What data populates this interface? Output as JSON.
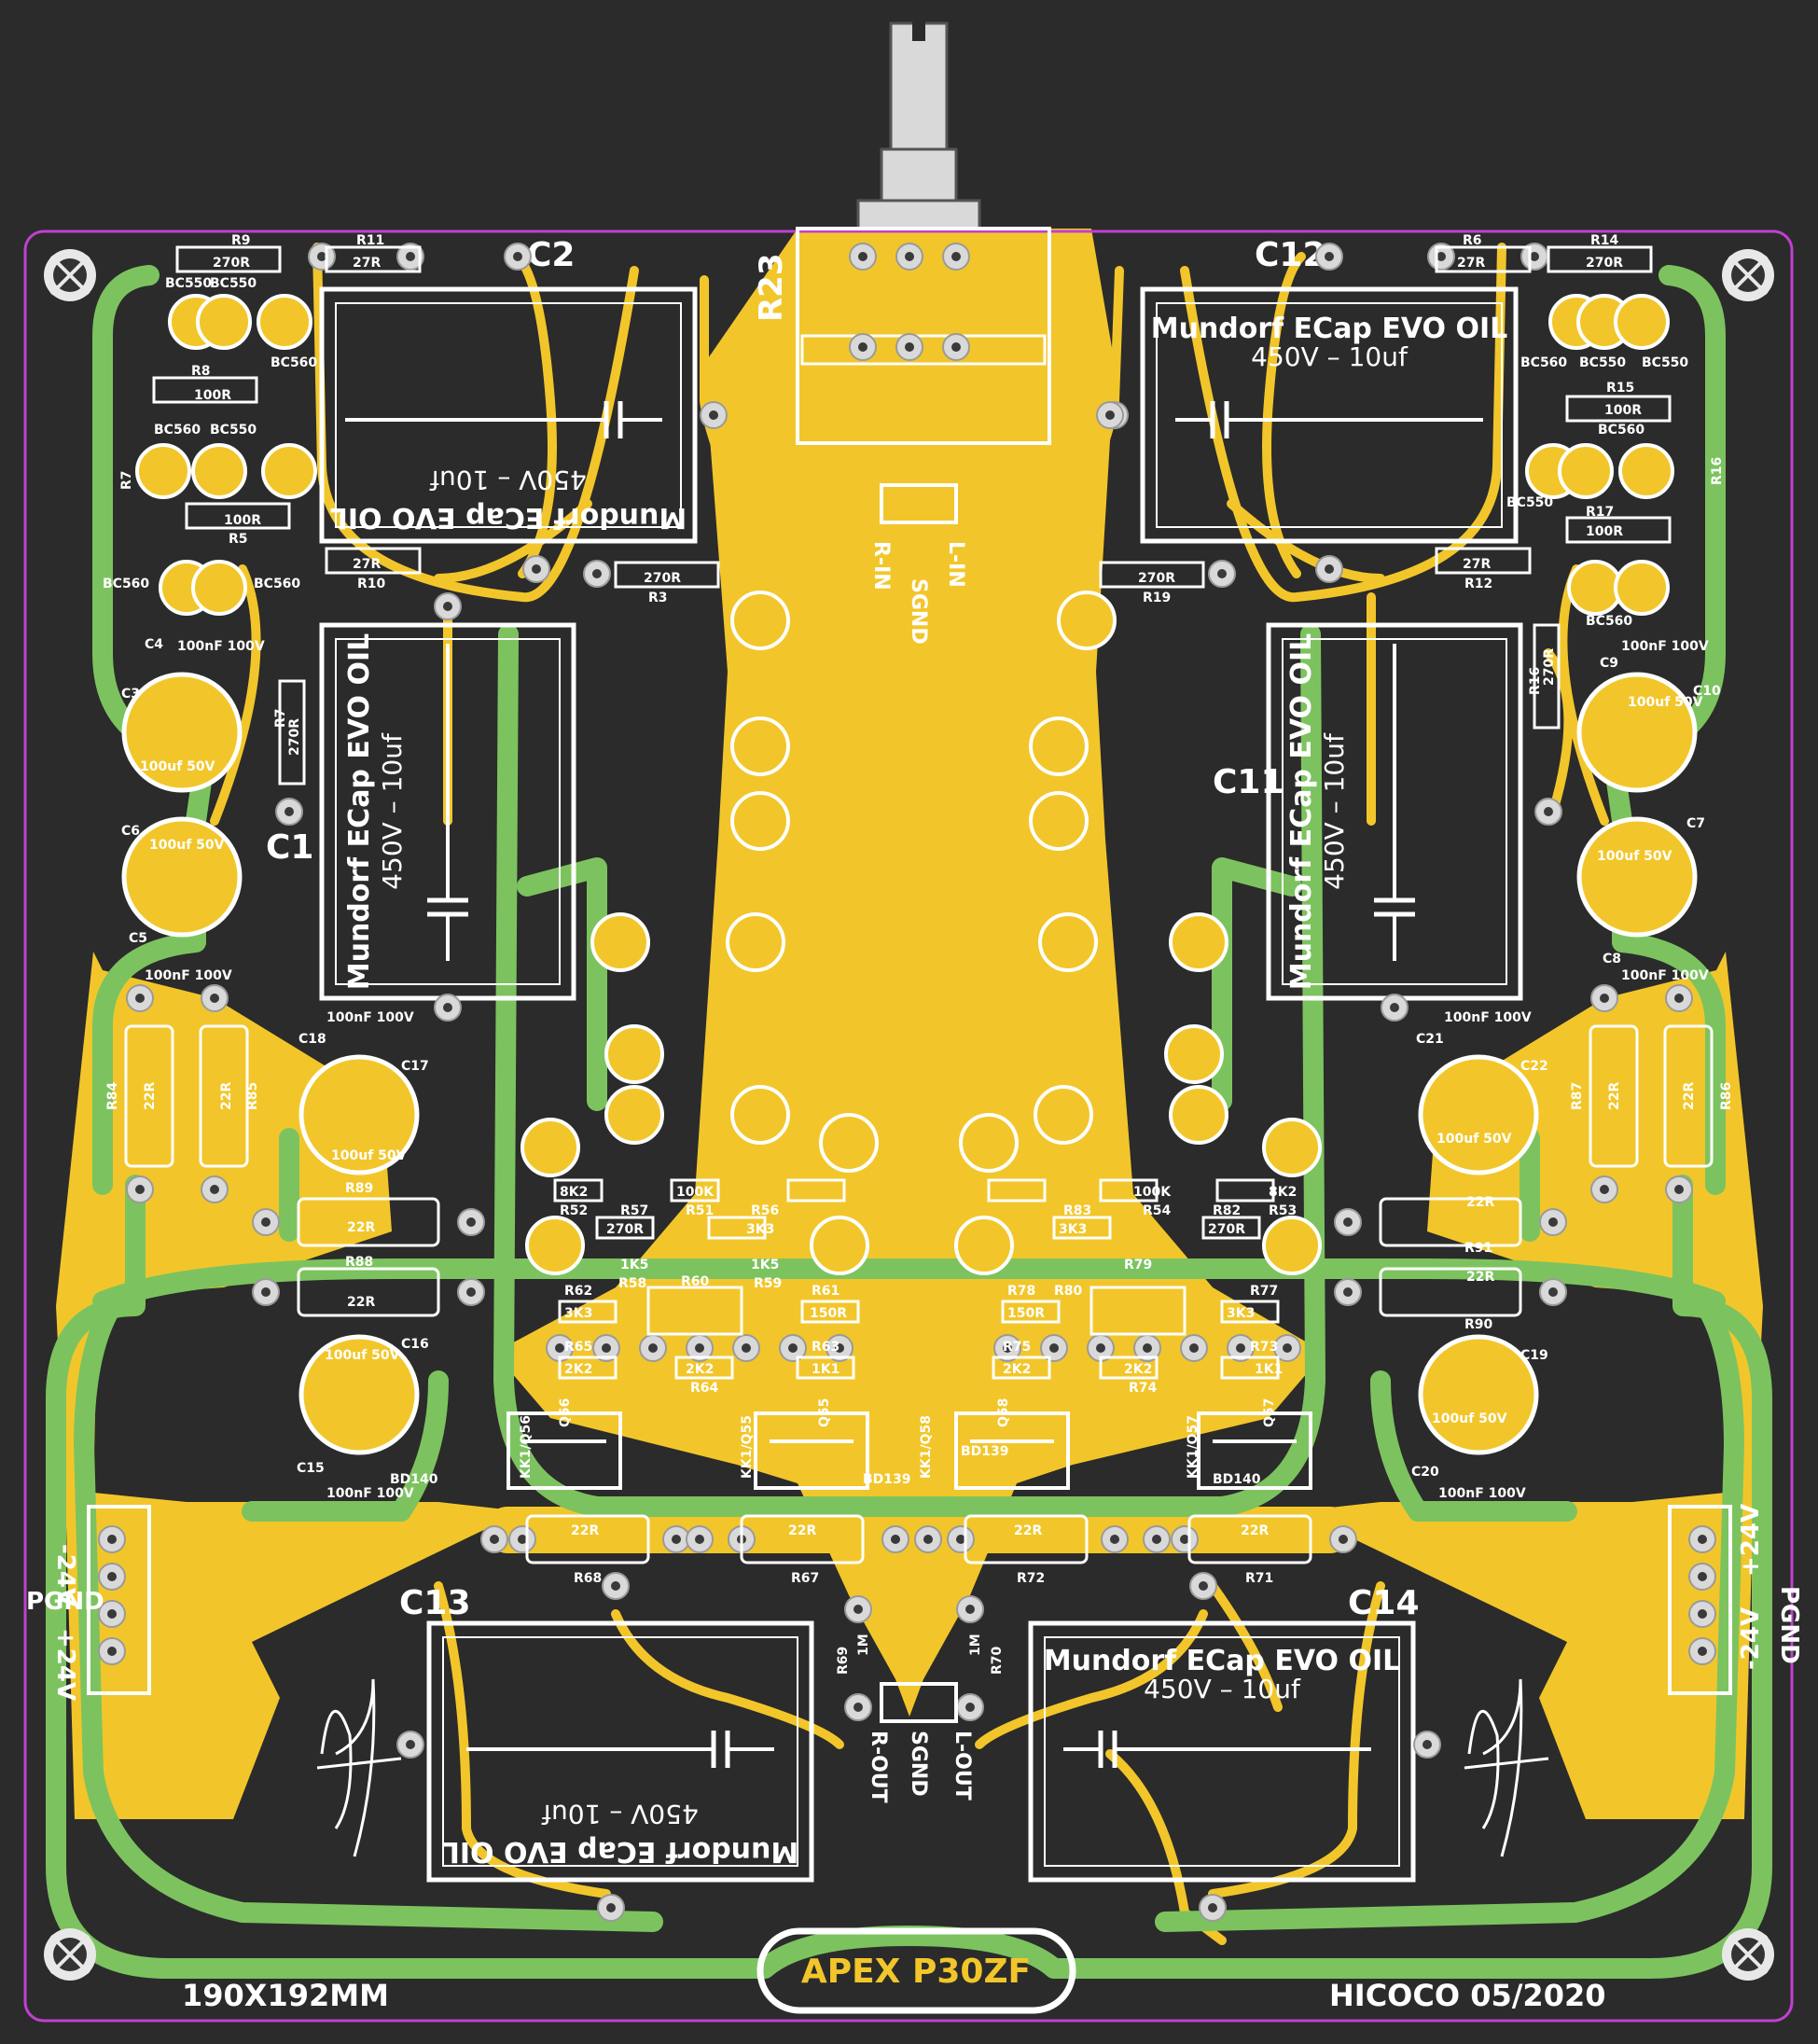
{
  "board": {
    "title": "APEX P30ZF",
    "size": "190X192MM",
    "credit": "HICOCO 05/2020",
    "colors": {
      "background": "#2b2b2b",
      "copper": "#f2c62a",
      "ground": "#7cc35f",
      "outline": "#c040d0",
      "silk": "#ffffff"
    }
  },
  "pot": {
    "ref": "R23"
  },
  "capacitors": {
    "c2": {
      "ref": "C2",
      "brand": "Mundorf ECap EVO OIL",
      "rating": "450V – 10uf"
    },
    "c12": {
      "ref": "C12",
      "brand": "Mundorf ECap EVO OIL",
      "rating": "450V – 10uf"
    },
    "c1": {
      "ref": "C1",
      "brand": "Mundorf ECap EVO OIL",
      "rating": "450V – 10uf"
    },
    "c11": {
      "ref": "C11",
      "brand": "Mundorf ECap EVO OIL",
      "rating": "450V – 10uf"
    },
    "c13": {
      "ref": "C13",
      "brand": "Mundorf ECap EVO OIL",
      "rating": "450V – 10uf"
    },
    "c14": {
      "ref": "C14",
      "brand": "Mundorf ECap EVO OIL",
      "rating": "450V – 10uf"
    }
  },
  "connectors": {
    "input": {
      "left": "R-IN",
      "ground": "SGND",
      "right": "L-IN"
    },
    "output": {
      "left": "R-OUT",
      "ground": "SGND",
      "right": "L-OUT"
    },
    "power_left": {
      "neg": "-24V",
      "gnd": "PGND",
      "pos": "+24V"
    },
    "power_right": {
      "neg": "-24V",
      "gnd": "PGND",
      "pos": "+24V"
    }
  },
  "labels": {
    "r9": "R9",
    "r9v": "270R",
    "r11": "R11",
    "r11v": "27R",
    "r6": "R6",
    "r6v": "27R",
    "r14": "R14",
    "r14v": "270R",
    "bc550": "BC550",
    "bc560": "BC560",
    "r8": "R8",
    "r8v": "100R",
    "r15": "R15",
    "r15v": "100R",
    "r17": "R17",
    "r17v": "100R",
    "r5": "R5",
    "r5v": "100R",
    "r10": "R10",
    "r10v": "27R",
    "r12": "R12",
    "r12v": "27R",
    "r3": "R3",
    "r3v": "270R",
    "r19": "R19",
    "r19v": "270R",
    "r7": "R7",
    "r7v": "270R",
    "r16": "R16",
    "r16v": "270R",
    "c4": "C4",
    "c4v": "100nF 100V",
    "c9": "C9",
    "c9v": "100nF 100V",
    "c3": "C3",
    "c3v": "100uf 50V",
    "c10": "C10",
    "c10v": "100uf 50V",
    "c6": "C6",
    "c6v": "100uf 50V",
    "c7": "C7",
    "c7v": "100uf 50V",
    "c5": "C5",
    "c5v": "100nF 100V",
    "c8": "C8",
    "c8v": "100nF 100V",
    "c18": "C18",
    "c18v": "100nF 100V",
    "c17": "C17",
    "c17v": "100uf 50V",
    "c21": "C21",
    "c21v": "100nF 100V",
    "c22": "C22",
    "c22v": "100uf 50V",
    "c16": "C16",
    "c16v": "100uf 50V",
    "c15": "C15",
    "c15v": "100nF 100V",
    "c19": "C19",
    "c19v": "100uf 50V",
    "c20": "C20",
    "c20v": "100nF 100V",
    "r84": "R84",
    "r84v": "22R",
    "r85": "R85",
    "r85v": "22R",
    "r87": "R87",
    "r87v": "22R",
    "r86": "R86",
    "r86v": "22R",
    "r89": "R89",
    "r89v": "22R",
    "r88": "R88",
    "r88v": "22R",
    "r91": "R91",
    "r91v": "22R",
    "r90": "R90",
    "r90v": "22R",
    "r68": "R68",
    "r68v": "22R",
    "r67": "R67",
    "r67v": "22R",
    "r72": "R72",
    "r72v": "22R",
    "r71": "R71",
    "r71v": "22R",
    "r52": "R52",
    "r52v": "8K2",
    "r53": "R53",
    "r53v": "8K2",
    "r51": "R51",
    "r51v": "100K",
    "r54": "R54",
    "r54v": "100K",
    "r57": "R57",
    "r57v": "270R",
    "r82": "R82",
    "r82v": "270R",
    "r56": "R56",
    "r56v": "3K3",
    "r83": "R83",
    "r83v": "3K3",
    "r58": "R58",
    "r58v": "1K5",
    "r59": "R59",
    "r59v": "1K5",
    "r62": "R62",
    "r62v": "3K3",
    "r77": "R77",
    "r77v": "3K3",
    "r65": "R65",
    "r65v": "2K2",
    "r64": "R64",
    "r64v": "2K2",
    "r75": "R75",
    "r75v": "2K2",
    "r74": "R74",
    "r74v": "2K2",
    "r63": "R63",
    "r63v": "1K1",
    "r73": "R73",
    "r73v": "1K1",
    "r61": "R61",
    "r61v": "150R",
    "r78": "R78",
    "r78v": "150R",
    "r60": "R60",
    "r80": "R80",
    "r79": "R79",
    "r69": "R69",
    "r69v": "1M",
    "r70": "R70",
    "r70v": "1M",
    "q56": "Q56",
    "q55": "Q55",
    "q58": "Q58",
    "q57": "Q57",
    "kk1q56": "KK1/Q56",
    "kk1q55": "KK1/Q55",
    "kk1q58": "KK1/Q58",
    "kk1q57": "KK1/Q57",
    "bd140": "BD140",
    "bd139": "BD139"
  }
}
